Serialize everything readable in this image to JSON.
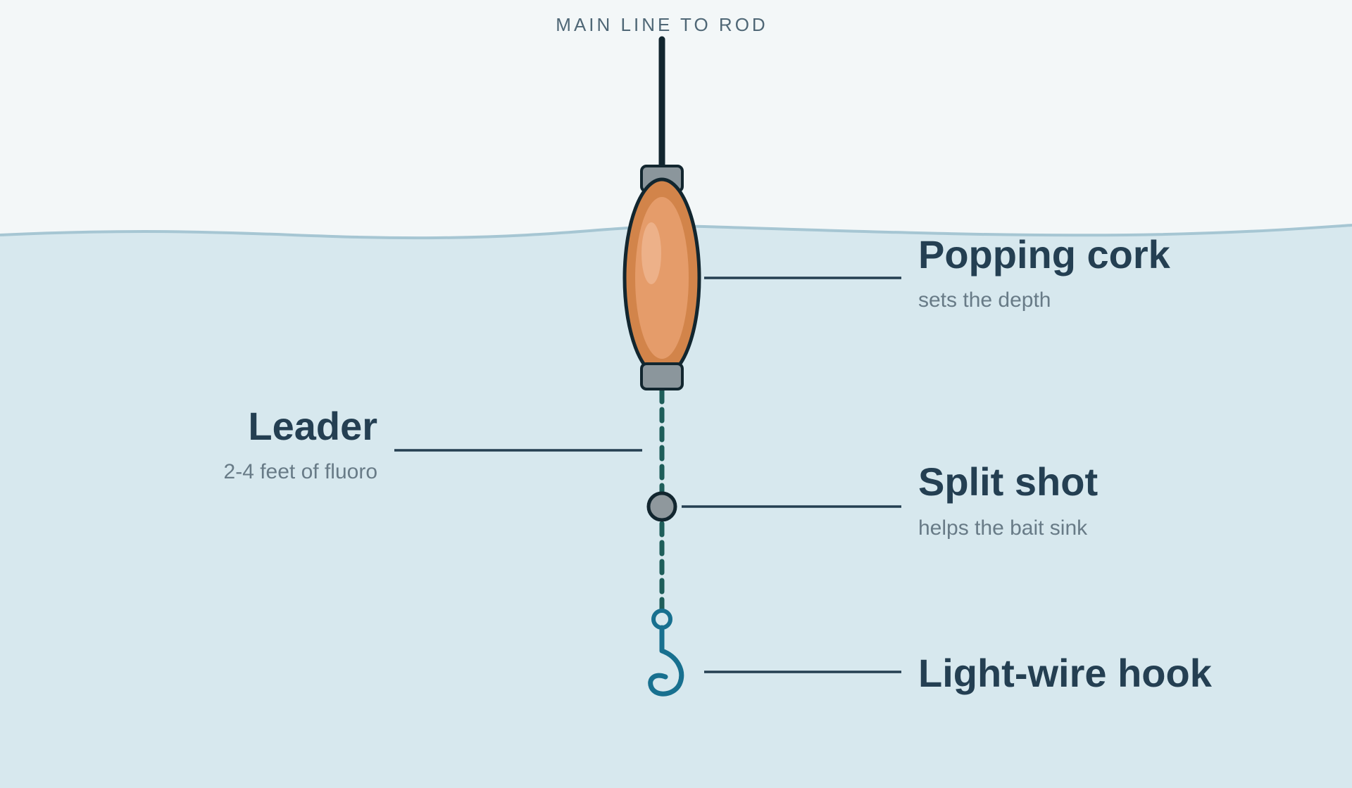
{
  "diagram": {
    "top_label": "MAIN LINE TO ROD",
    "callouts": {
      "cork": {
        "title": "Popping cork",
        "subtitle": "sets the depth"
      },
      "leader": {
        "title": "Leader",
        "subtitle": "2-4 feet of fluoro"
      },
      "split_shot": {
        "title": "Split shot",
        "subtitle": "helps the bait sink"
      },
      "hook": {
        "title": "Light-wire hook"
      }
    },
    "colors": {
      "sky": "#f3f7f8",
      "water": "#d7e8ee",
      "water_surface": "#a6c6d3",
      "main_line": "#12262f",
      "cork_body": "#d2844a",
      "cork_highlight": "#e59c6a",
      "cork_cap": "#8b969c",
      "leader_line": "#1e5e5a",
      "split_shot": "#8f989d",
      "hook": "#18708f",
      "text_title": "#243f52",
      "text_sub": "#687b87"
    }
  }
}
